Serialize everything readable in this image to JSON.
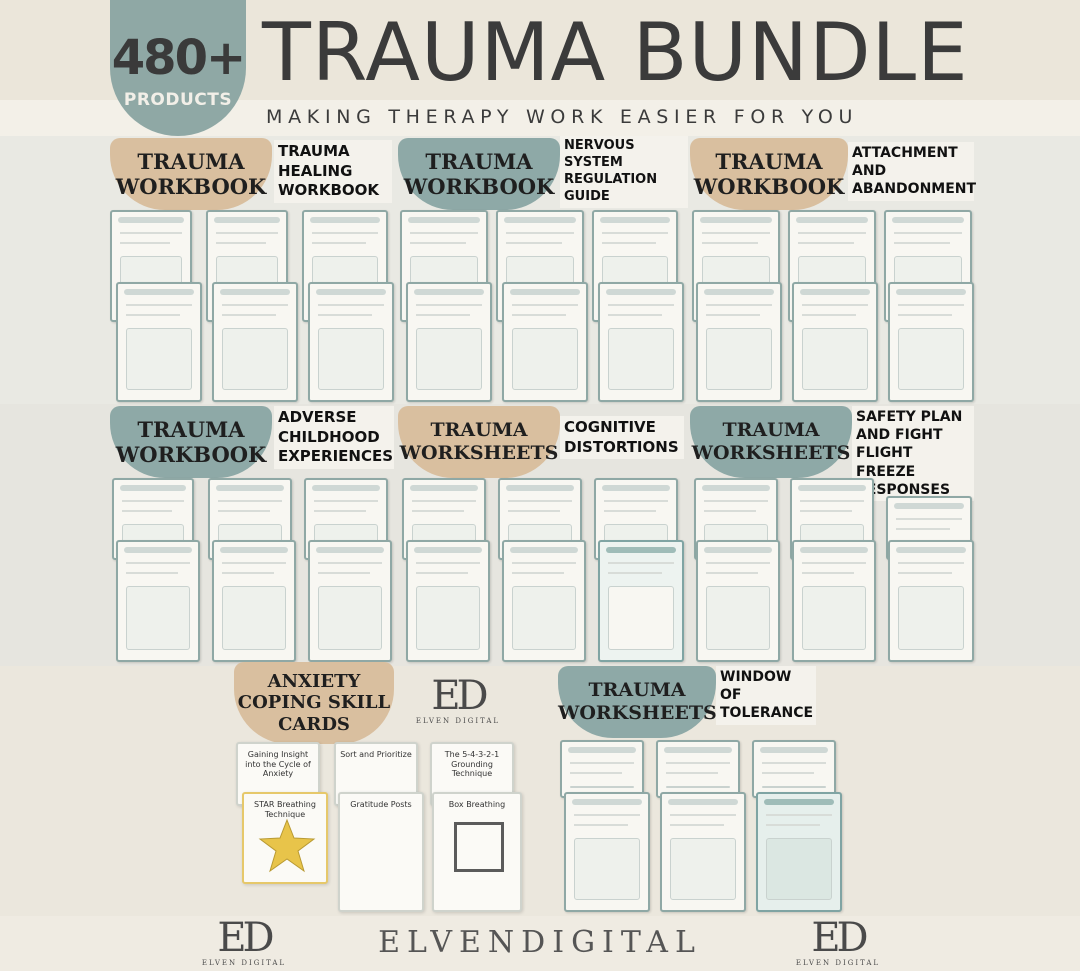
{
  "header": {
    "badge_number": "480+",
    "badge_label": "PRODUCTS",
    "title": "TRAUMA BUNDLE",
    "tagline": "MAKING THERAPY WORK EASIER FOR YOU"
  },
  "sections": [
    {
      "label_line1": "TRAUMA",
      "label_line2": "WORKBOOK",
      "label_line3": "",
      "description": [
        "TRAUMA",
        "HEALING",
        "WORKBOOK"
      ]
    },
    {
      "label_line1": "TRAUMA",
      "label_line2": "WORKBOOK",
      "label_line3": "",
      "description": [
        "NERVOUS",
        "SYSTEM",
        "REGULATION",
        "GUIDE"
      ]
    },
    {
      "label_line1": "TRAUMA",
      "label_line2": "WORKBOOK",
      "label_line3": "",
      "description": [
        "ATTACHMENT",
        "AND",
        "ABANDONMENT"
      ]
    },
    {
      "label_line1": "TRAUMA",
      "label_line2": "WORKBOOK",
      "label_line3": "",
      "description": [
        "ADVERSE",
        "CHILDHOOD",
        "EXPERIENCES"
      ]
    },
    {
      "label_line1": "TRAUMA",
      "label_line2": "WORKSHEETS",
      "label_line3": "",
      "description": [
        "COGNITIVE",
        "DISTORTIONS"
      ]
    },
    {
      "label_line1": "TRAUMA",
      "label_line2": "WORKSHEETS",
      "label_line3": "",
      "description": [
        "SAFETY PLAN",
        "AND FIGHT",
        "FLIGHT FREEZE",
        "RESPONSES"
      ]
    },
    {
      "label_line1": "ANXIETY",
      "label_line2": "COPING SKILL",
      "label_line3": "CARDS",
      "description": []
    },
    {
      "label_line1": "TRAUMA",
      "label_line2": "WORKSHEETS",
      "label_line3": "",
      "description": [
        "WINDOW",
        "OF",
        "TOLERANCE"
      ]
    }
  ],
  "cards": [
    "Gaining Insight into the Cycle of Anxiety",
    "Sort and Prioritize",
    "The 5-4-3-2-1 Grounding Technique",
    "STAR Breathing Technique",
    "Gratitude Posts",
    "Box Breathing"
  ],
  "brand": {
    "monogram": "ED",
    "monogram_sub": "ELVEN DIGITAL",
    "footer_name": "ELVENDIGITAL"
  },
  "colors": {
    "teal": "#8ea9a7",
    "tan": "#d9bf9f",
    "background": "#ece7dc"
  }
}
